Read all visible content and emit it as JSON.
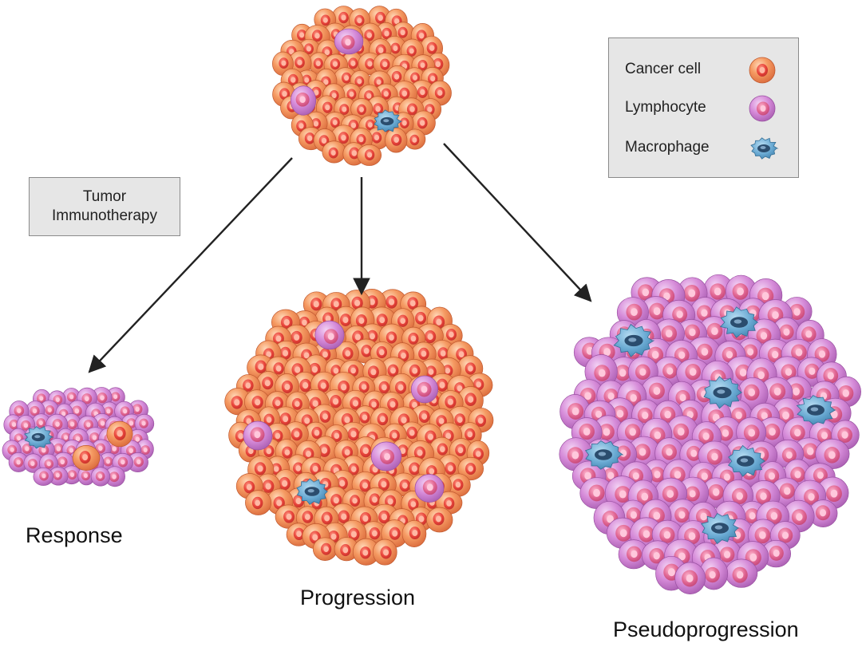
{
  "therapy_label": {
    "line1": "Tumor",
    "line2": "Immunotherapy"
  },
  "legend": {
    "items": [
      {
        "label": "Cancer cell",
        "icon": "cancer-cell-icon"
      },
      {
        "label": "Lymphocyte",
        "icon": "lymphocyte-icon"
      },
      {
        "label": "Macrophage",
        "icon": "macrophage-icon"
      }
    ]
  },
  "outcomes": {
    "response": "Response",
    "progression": "Progression",
    "pseudoprogression": "Pseudoprogression"
  },
  "colors": {
    "cancer": "#f08a50",
    "cancer_nucleus": "#e8433a",
    "lymphocyte": "#cf80d2",
    "lymphocyte_nucleus": "#e5588a",
    "macrophage": "#5d9fc8",
    "macrophage_nucleus": "#2b4d6e",
    "box_fill": "#e6e6e6",
    "arrow": "#222222"
  }
}
